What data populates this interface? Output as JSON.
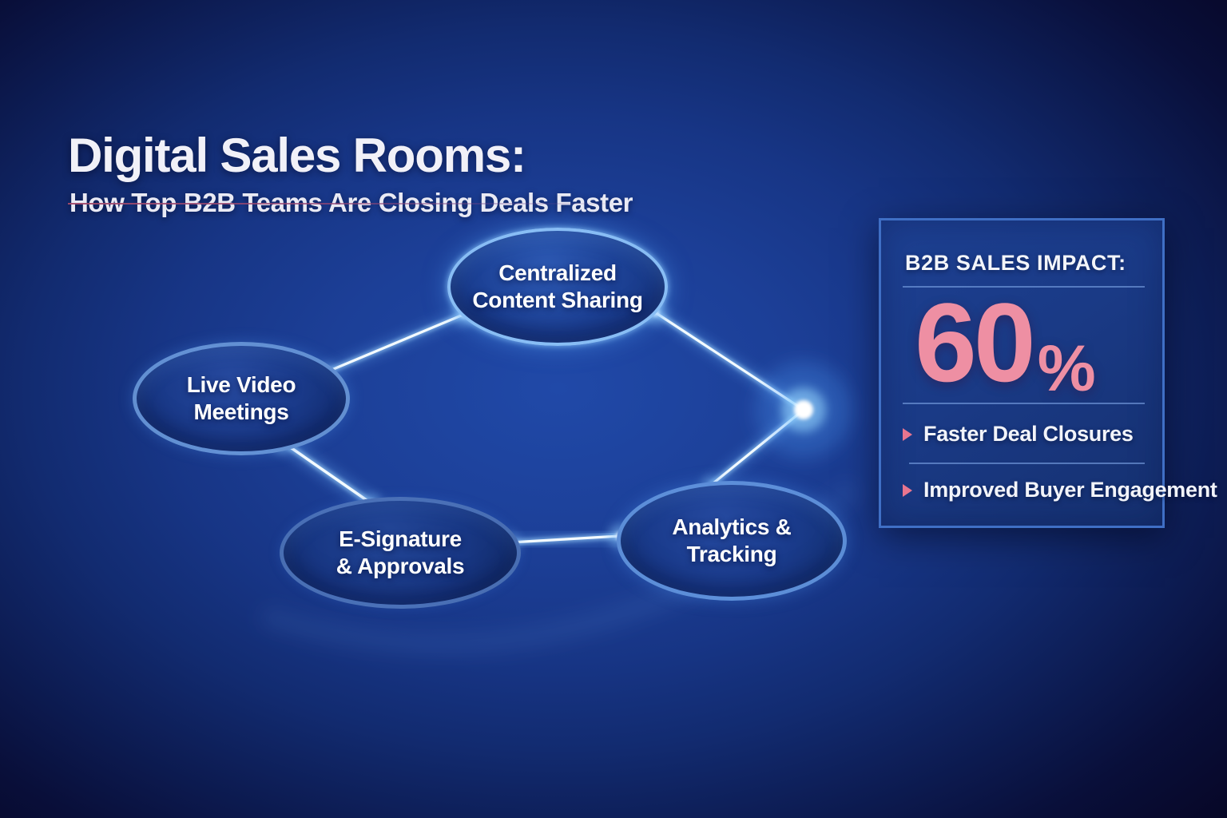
{
  "header": {
    "title": "Digital Sales Rooms:",
    "subtitle": "How Top B2B Teams Are Closing Deals Faster"
  },
  "diagram": {
    "nodes": [
      {
        "id": "centralized-content-sharing",
        "line1": "Centralized",
        "line2": "Content Sharing"
      },
      {
        "id": "live-video-meetings",
        "line1": "Live Video",
        "line2": "Meetings"
      },
      {
        "id": "e-signature-approvals",
        "line1": "E-Signature",
        "line2": "& Approvals"
      },
      {
        "id": "analytics-tracking",
        "line1": "Analytics &",
        "line2": "Tracking"
      }
    ]
  },
  "impact_panel": {
    "heading": "B2B SALES IMPACT:",
    "stat": {
      "value": "60",
      "unit": "%"
    },
    "bullets": [
      {
        "label": "Faster Deal Closures"
      },
      {
        "label": "Improved Buyer Engagement"
      }
    ]
  },
  "colors": {
    "accent_pink": "#ee8fa3",
    "bullet_pink": "#e8758f",
    "underline_pink": "#a34a6b",
    "panel_fill": "#1a3a86",
    "panel_border": "#3f6fc5",
    "node_fill": "#1d4297",
    "node_border_bright": "#8ec4fa",
    "beam_core": "#f4fbff",
    "beam_glow": "#6fb6ff",
    "background_center": "#2049a8",
    "background_edge": "#070727",
    "text_white": "#f1f1f8"
  }
}
